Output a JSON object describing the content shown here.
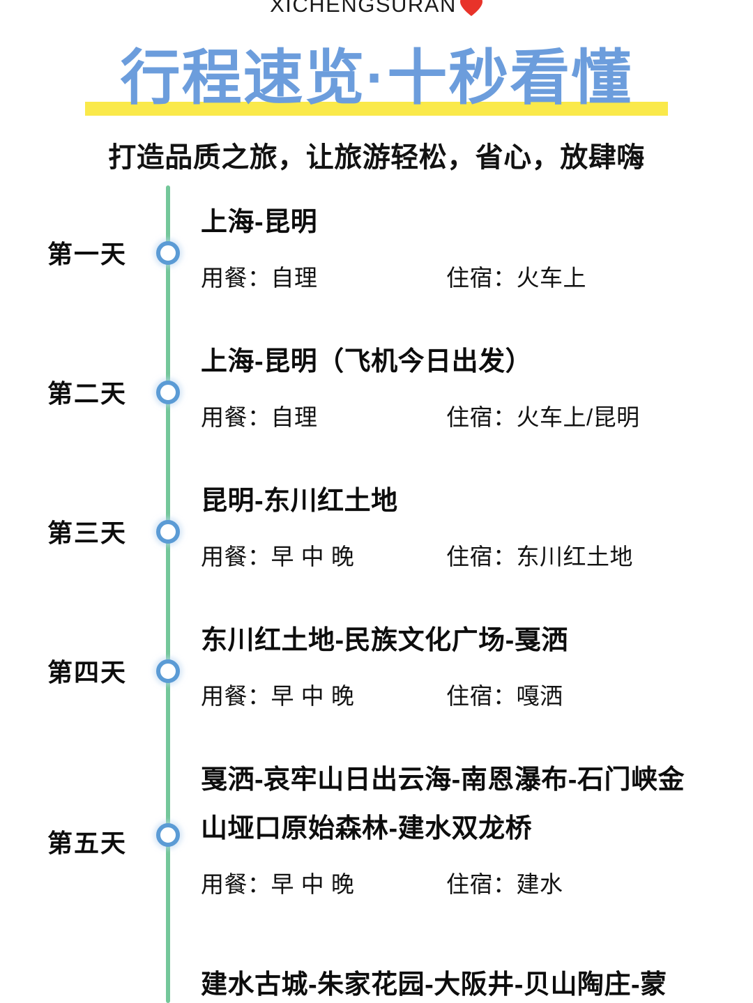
{
  "header": {
    "brand": "XICHENGSURAN",
    "brand_icon": "heart-icon",
    "heart_color": "#E8332A",
    "title": "行程速览·十秒看懂",
    "title_color": "#6C9DDC",
    "highlight_color": "#FAE94A",
    "subtitle": "打造品质之旅，让旅游轻松，省心，放肆嗨"
  },
  "timeline": {
    "line_color": "#74C79A",
    "marker_color": "#5B9BD5",
    "rows": [
      {
        "day": "第一天",
        "title": "上海-昆明",
        "meals": "用餐：自理",
        "stay": "住宿：火车上"
      },
      {
        "day": "第二天",
        "title": "上海-昆明（飞机今日出发）",
        "meals": "用餐：自理",
        "stay": "住宿：火车上/昆明"
      },
      {
        "day": "第三天",
        "title": "昆明-东川红土地",
        "meals": "用餐：早 中 晚",
        "stay": "住宿：东川红土地"
      },
      {
        "day": "第四天",
        "title": "东川红土地-民族文化广场-戛洒",
        "meals": "用餐：早 中 晚",
        "stay": "住宿：嘎洒"
      },
      {
        "day": "第五天",
        "title_line1": "戛洒-哀牢山日出云海-南恩瀑布-石门峡金",
        "title_line2": "山垭口原始森林-建水双龙桥",
        "meals": "用餐：早 中 晚",
        "stay": "住宿：建水"
      },
      {
        "day": "",
        "title": "建水古城-朱家花园-大阪井-贝山陶庄-蒙",
        "meals": "",
        "stay": ""
      }
    ]
  }
}
